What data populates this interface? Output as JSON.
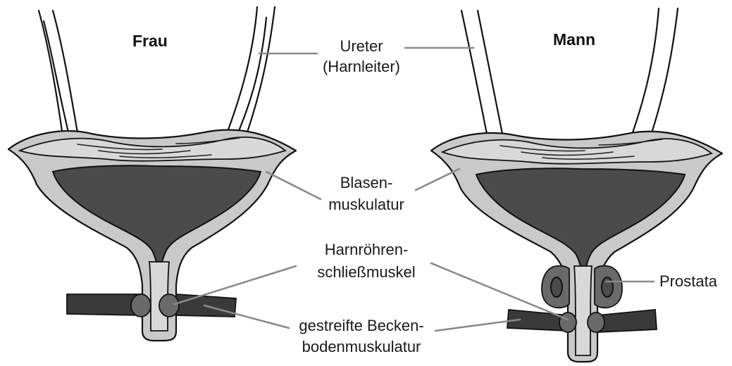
{
  "titles": {
    "woman": "Frau",
    "man": "Mann"
  },
  "labels": {
    "ureter_line1": "Ureter",
    "ureter_line2": "(Harnleiter)",
    "bladder_line1": "Blasen-",
    "bladder_line2": "muskulatur",
    "sphincter_line1": "Harnröhren-",
    "sphincter_line2": "schließmuskel",
    "pelvic_line1": "gestreifte Becken-",
    "pelvic_line2": "bodenmuskulatur",
    "prostate": "Prostata"
  }
}
